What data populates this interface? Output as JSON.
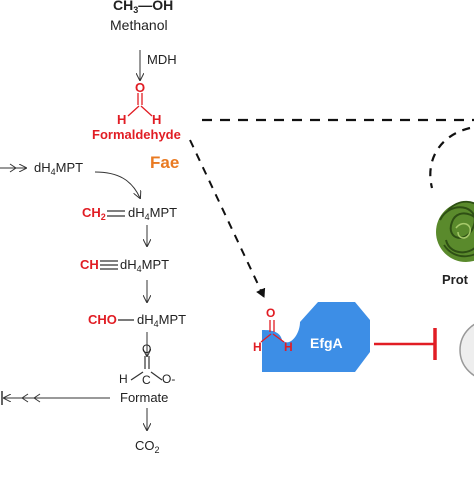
{
  "diagram": {
    "methanol_formula": {
      "left": "CH",
      "sub": "3",
      "right": "—OH"
    },
    "methanol_label": "Methanol",
    "enzyme_mdh": "MDH",
    "formaldehyde_atoms": {
      "o": "O",
      "h_left": "H",
      "h_right": "H"
    },
    "formaldehyde_label": "Formaldehyde",
    "enzyme_fae": "Fae",
    "cofactor": {
      "prefix": "dH",
      "sub": "4",
      "suffix": "MPT"
    },
    "ch2_group": {
      "left": "CH",
      "sub": "2"
    },
    "ch_group": "CH",
    "cho_group": "CHO",
    "formate_atoms": {
      "o": "O",
      "h": "H",
      "c": "C",
      "o_minus": "O-"
    },
    "formate_label": "Formate",
    "co2": {
      "left": "CO",
      "sub": "2"
    },
    "efga_label": "EfgA",
    "protein_label": "Prot",
    "colors": {
      "accent_red": "#e11d24",
      "fae_orange": "#e97a22",
      "efga_blue": "#3d8ee6",
      "protein_green": "#3e6b1e"
    }
  }
}
